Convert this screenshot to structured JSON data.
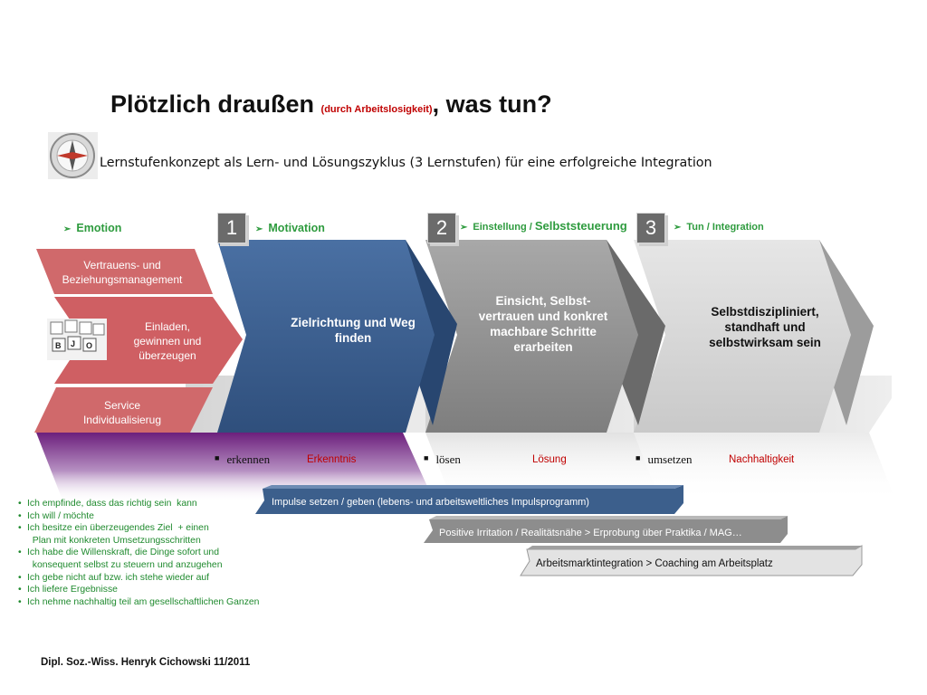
{
  "title": {
    "main": "Plötzlich draußen ",
    "small": "(durch Arbeitslosigkeit)",
    "end": ", was tun?"
  },
  "subtitle": "Lernstufenkonzept als Lern- und Lösungszyklus (3 Lernstufen) für eine erfolgreiche Integration",
  "headers": {
    "emotion": "Emotion",
    "motivation": "Motivation",
    "einstellung_a": "Einstellung / ",
    "einstellung_b": "Selbststeuerung",
    "tun": "Tun / Integration"
  },
  "badges": [
    "1",
    "2",
    "3"
  ],
  "pink_boxes": [
    "Vertrauens- und Beziehungsmanagement",
    "Einladen, gewinnen und überzeugen",
    "Service Individualisierug"
  ],
  "steps": [
    "Zielrichtung und Weg finden",
    "Einsicht, Selbst-vertrauen und konkret machbare Schritte erarbeiten",
    "Selbstdiszipliniert, standhaft und selbstwirksam sein"
  ],
  "verbs": [
    {
      "verb": "erkennen",
      "noun": "Erkenntnis"
    },
    {
      "verb": "lösen",
      "noun": "Lösung"
    },
    {
      "verb": "umsetzen",
      "noun": "Nachhaltigkeit"
    }
  ],
  "bullets": [
    "Ich empfinde, dass das richtig sein  kann",
    "Ich will / möchte",
    "Ich besitze ein überzeugendes Ziel  + einen\n  Plan mit konkreten Umsetzungsschritten",
    "Ich habe die Willenskraft, die Dinge sofort und\n  konsequent selbst zu steuern und anzugehen",
    "Ich gebe nicht auf bzw. ich stehe wieder auf",
    "Ich liefere Ergebnisse",
    "Ich nehme nachhaltig teil am gesellschaftlichen Ganzen"
  ],
  "bars": [
    "Impulse setzen / geben (lebens- und arbeitsweltliches Impulsprogramm)",
    "Positive Irritation / Realitätsnähe > Erprobung  über Praktika / MAG…",
    "Arbeitsmarktintegration > Coaching am Arbeitsplatz"
  ],
  "footer": "Dipl. Soz.-Wiss. Henryk Cichowski 11/2011",
  "colors": {
    "accent_green": "#2e9b3e",
    "accent_red": "#c00000",
    "step1_blue": "#3b5e8e",
    "step2_gray": "#8f8f8f",
    "step3_lightgray": "#d6d6d6",
    "pink": "#d0696b",
    "purple": "#7a2a8a"
  },
  "icons": [
    "compass-image",
    "job-dice-image"
  ]
}
